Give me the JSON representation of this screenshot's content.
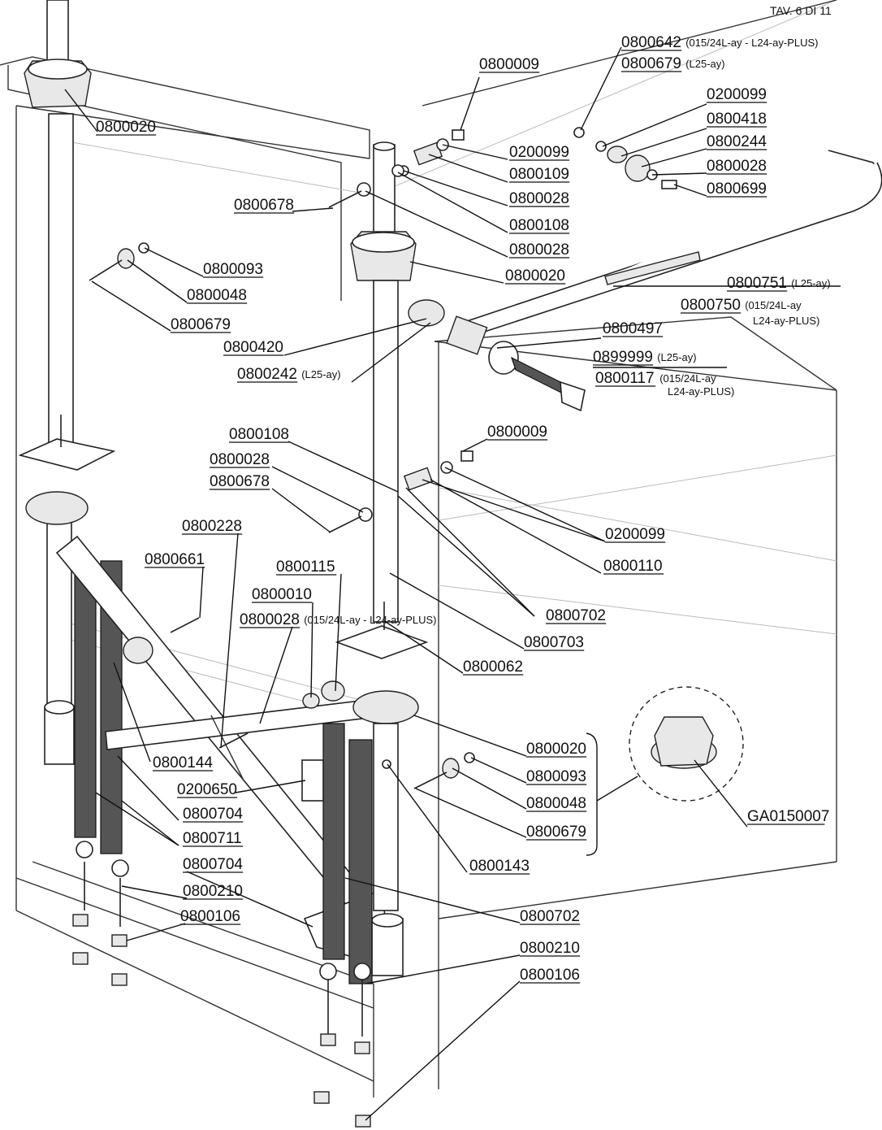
{
  "header": {
    "sheet": "TAV. 6 DI 11"
  },
  "labels": [
    {
      "code": "0800642",
      "note": "(015/24L-ay - L24-ay-PLUS)"
    },
    {
      "code": "0800679",
      "note": "(L25-ay)"
    },
    {
      "code": "0800009",
      "note": ""
    },
    {
      "code": "0800020",
      "note": ""
    },
    {
      "code": "0200099",
      "note": ""
    },
    {
      "code": "0800418",
      "note": ""
    },
    {
      "code": "0800244",
      "note": ""
    },
    {
      "code": "0800028",
      "note": ""
    },
    {
      "code": "0800699",
      "note": ""
    },
    {
      "code": "0200099",
      "note": ""
    },
    {
      "code": "0800109",
      "note": ""
    },
    {
      "code": "0800028",
      "note": ""
    },
    {
      "code": "0800678",
      "note": ""
    },
    {
      "code": "0800108",
      "note": ""
    },
    {
      "code": "0800028",
      "note": ""
    },
    {
      "code": "0800093",
      "note": ""
    },
    {
      "code": "0800020",
      "note": ""
    },
    {
      "code": "0800048",
      "note": ""
    },
    {
      "code": "0800751",
      "note": "(L25-ay)"
    },
    {
      "code": "0800750",
      "note": "(015/24L-ay"
    },
    {
      "code": "",
      "note": "L24-ay-PLUS)"
    },
    {
      "code": "0800679",
      "note": ""
    },
    {
      "code": "0800497",
      "note": ""
    },
    {
      "code": "0800420",
      "note": ""
    },
    {
      "code": "0899999",
      "note": "(L25-ay)"
    },
    {
      "code": "0800242",
      "note": "(L25-ay)"
    },
    {
      "code": "0800117",
      "note": "(015/24L-ay"
    },
    {
      "code": "",
      "note": "L24-ay-PLUS)"
    },
    {
      "code": "0800108",
      "note": ""
    },
    {
      "code": "0800009",
      "note": ""
    },
    {
      "code": "0800028",
      "note": ""
    },
    {
      "code": "0800678",
      "note": ""
    },
    {
      "code": "0800228",
      "note": ""
    },
    {
      "code": "0200099",
      "note": ""
    },
    {
      "code": "0800661",
      "note": ""
    },
    {
      "code": "0800110",
      "note": ""
    },
    {
      "code": "0800115",
      "note": ""
    },
    {
      "code": "0800010",
      "note": ""
    },
    {
      "code": "0800028",
      "note": "(015/24L-ay - L24-ay-PLUS)"
    },
    {
      "code": "0800702",
      "note": ""
    },
    {
      "code": "0800703",
      "note": ""
    },
    {
      "code": "0800062",
      "note": ""
    },
    {
      "code": "0800020",
      "note": ""
    },
    {
      "code": "0800144",
      "note": ""
    },
    {
      "code": "0800093",
      "note": ""
    },
    {
      "code": "0200650",
      "note": ""
    },
    {
      "code": "0800048",
      "note": ""
    },
    {
      "code": "0800704",
      "note": ""
    },
    {
      "code": "GA0150007",
      "note": ""
    },
    {
      "code": "0800679",
      "note": ""
    },
    {
      "code": "0800711",
      "note": ""
    },
    {
      "code": "0800143",
      "note": ""
    },
    {
      "code": "0800704",
      "note": ""
    },
    {
      "code": "0800210",
      "note": ""
    },
    {
      "code": "0800702",
      "note": ""
    },
    {
      "code": "0800106",
      "note": ""
    },
    {
      "code": "0800210",
      "note": ""
    },
    {
      "code": "0800106",
      "note": ""
    }
  ]
}
